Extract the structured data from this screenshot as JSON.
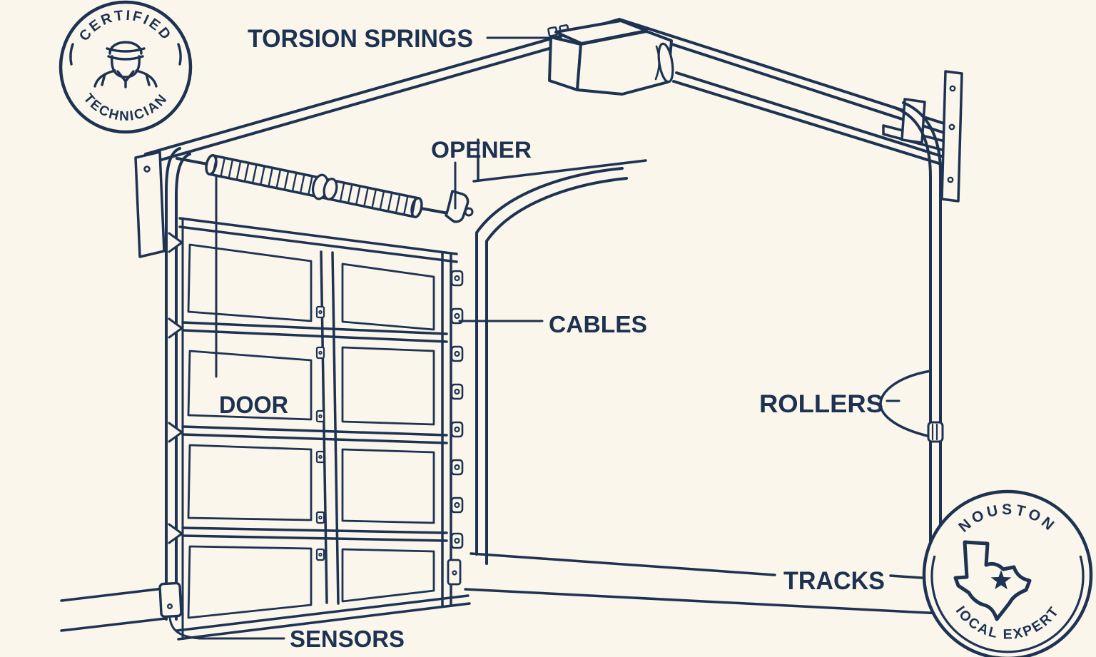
{
  "diagram_labels": {
    "torsion_springs": "TORSION SPRINGS",
    "opener": "OPENER",
    "cables": "CABLES",
    "door": "DOOR",
    "rollers": "ROLLERS",
    "tracks": "TRACKS",
    "sensors": "SENSORS"
  },
  "badge_certified": {
    "arc_top": "CERTIFIED",
    "arc_bottom": "TECHNICIAN",
    "icon": "technician-icon"
  },
  "badge_local": {
    "arc_top": "NOUSTON",
    "arc_bottom": "IOCAL EXPERT",
    "icon": "texas-star-icon"
  },
  "colors": {
    "background": "#faf6ec",
    "line": "#1e3252",
    "text": "#1d3150"
  }
}
